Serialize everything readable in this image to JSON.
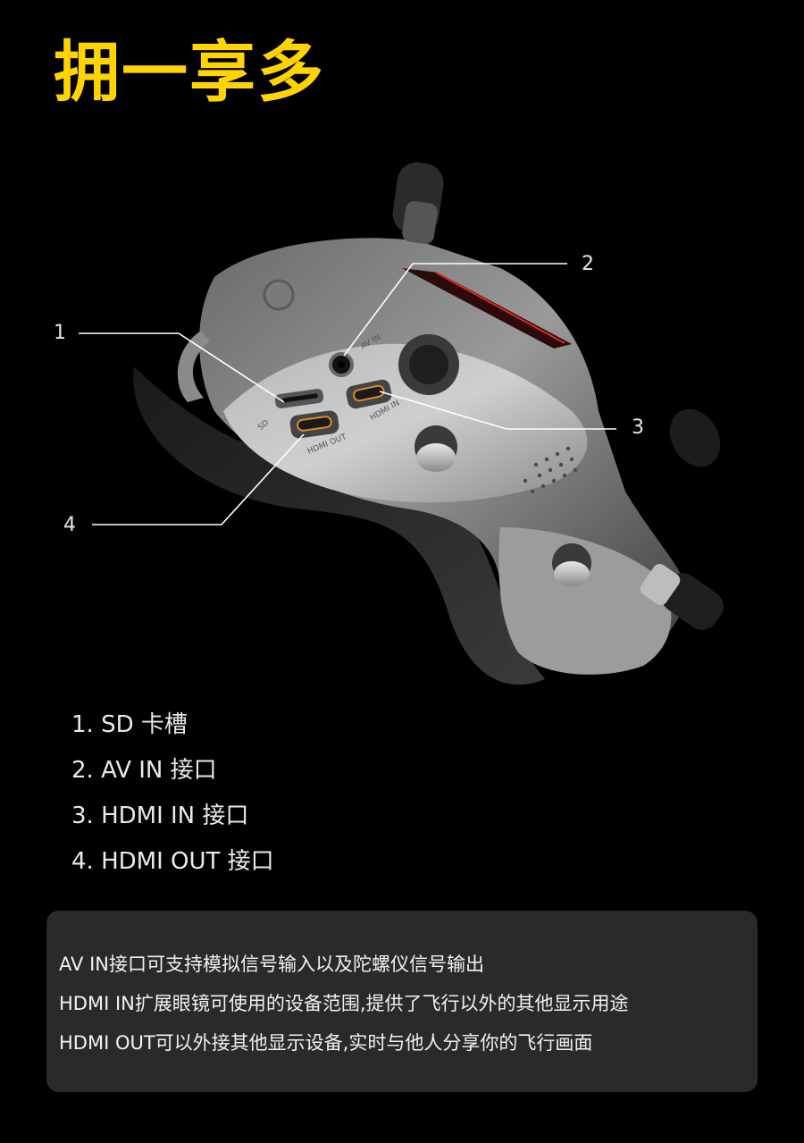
{
  "page": {
    "title": "拥一享多",
    "accent_color": "#ffd400"
  },
  "callouts": [
    {
      "number": "1"
    },
    {
      "number": "2"
    },
    {
      "number": "3"
    },
    {
      "number": "4"
    }
  ],
  "device": {
    "port_labels": [
      "SD",
      "AV IN",
      "HDMI IN",
      "HDMI OUT"
    ]
  },
  "port_list": [
    {
      "label": "1. SD 卡槽"
    },
    {
      "label": "2. AV IN 接口"
    },
    {
      "label": "3. HDMI IN 接口"
    },
    {
      "label": "4. HDMI OUT 接口"
    }
  ],
  "info": {
    "lines": [
      "AV IN接口可支持模拟信号输入以及陀螺仪信号输出",
      "HDMI IN扩展眼镜可使用的设备范围,提供了飞行以外的其他显示用途",
      "HDMI OUT可以外接其他显示设备,实时与他人分享你的飞行画面"
    ]
  }
}
